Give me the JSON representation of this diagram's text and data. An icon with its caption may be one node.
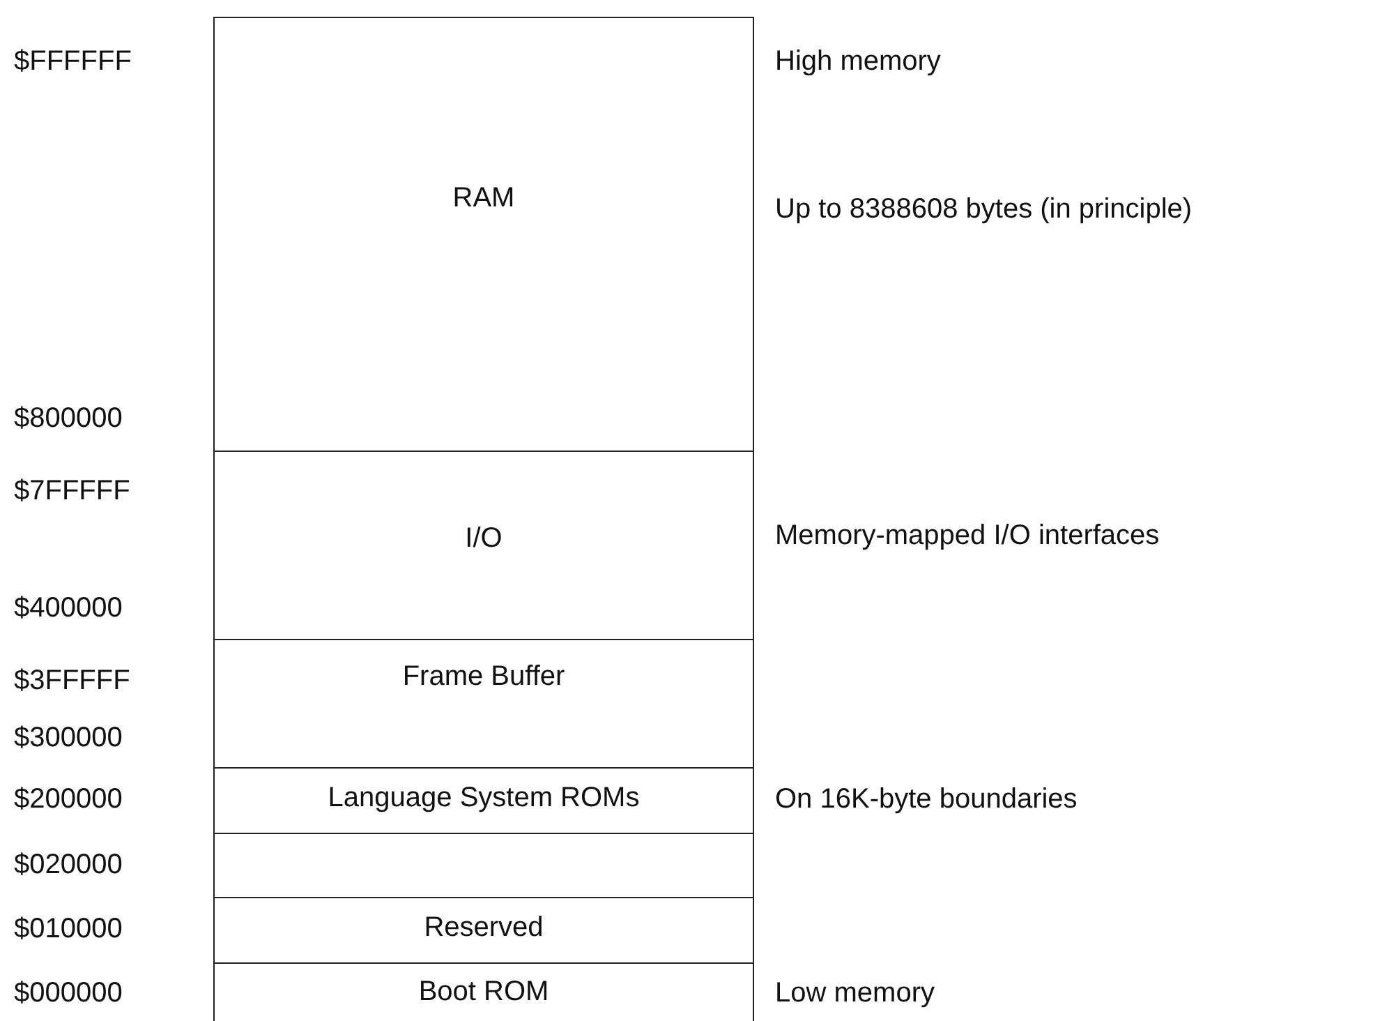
{
  "diagram": {
    "nodes": [
      {
        "text": [
          "RAM"
        ]
      },
      {
        "text": [
          "I/O"
        ]
      },
      {
        "text": [
          "Frame Buffer"
        ]
      },
      {
        "text": [
          "Language System ROMs"
        ]
      },
      {
        "text": [],
        "shape": "box"
      },
      {
        "text": [
          "Reserved"
        ]
      },
      {
        "text": [
          "Boot ROM"
        ]
      }
    ],
    "labels": [
      "$FFFFFF",
      "High memory",
      "Up to 8388608 bytes (in principle)",
      "$800000",
      "$7FFFFF",
      "Memory-mapped I/O interfaces",
      "$400000",
      "$3FFFFF",
      "$300000",
      "$200000",
      "On 16K-byte boundaries",
      "$020000",
      "$010000",
      "$000000",
      "Low memory"
    ]
  }
}
